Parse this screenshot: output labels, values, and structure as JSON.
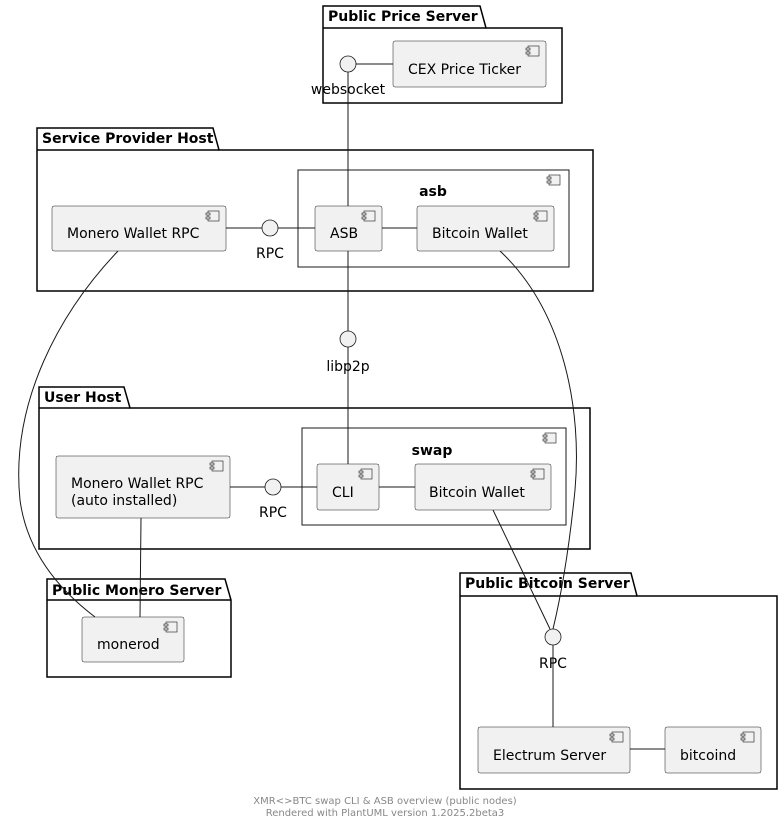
{
  "packages": {
    "price_server": "Public Price Server",
    "service_provider": "Service Provider Host",
    "user_host": "User Host",
    "monero_server": "Public Monero Server",
    "bitcoin_server": "Public Bitcoin Server"
  },
  "component_groups": {
    "asb": "asb",
    "swap": "swap"
  },
  "components": {
    "cex_ticker": "CEX Price Ticker",
    "sp_monero_rpc": "Monero Wallet RPC",
    "asb": "ASB",
    "sp_bitcoin_wallet": "Bitcoin Wallet",
    "user_monero_rpc_line1": "Monero Wallet RPC",
    "user_monero_rpc_line2": "(auto installed)",
    "cli": "CLI",
    "user_bitcoin_wallet": "Bitcoin Wallet",
    "monerod": "monerod",
    "electrum": "Electrum Server",
    "bitcoind": "bitcoind"
  },
  "interfaces": {
    "websocket": "websocket",
    "sp_rpc": "RPC",
    "libp2p": "libp2p",
    "user_rpc": "RPC",
    "btc_rpc": "RPC"
  },
  "footer": {
    "line1": "XMR<>BTC swap CLI & ASB overview (public nodes)",
    "line2": "Rendered with PlantUML version 1.2025.2beta3"
  }
}
